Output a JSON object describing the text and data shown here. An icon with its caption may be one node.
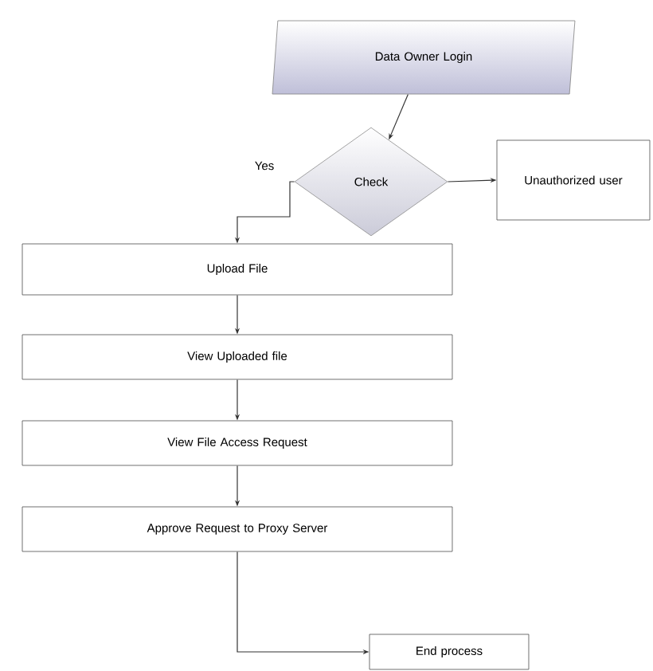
{
  "diagram": {
    "nodes": [
      {
        "text": [
          "Data Owner Login"
        ]
      },
      {
        "text": [
          "Check"
        ]
      },
      {
        "text": [
          "Unauthorized user"
        ]
      },
      {
        "text": [
          "Upload File"
        ]
      },
      {
        "text": [
          "View Uploaded file"
        ]
      },
      {
        "text": [
          "View File Access Request"
        ]
      },
      {
        "text": [
          "Approve Request to Proxy Server"
        ]
      },
      {
        "text": [
          "End process"
        ]
      }
    ],
    "edges": [
      {
        "from": 0,
        "to": 1,
        "arrow": "to"
      },
      {
        "from": 1,
        "to": 2,
        "arrow": "to"
      },
      {
        "from": 1,
        "to": 3,
        "arrow": "to",
        "label": "Yes"
      },
      {
        "from": 3,
        "to": 4,
        "arrow": "to"
      },
      {
        "from": 4,
        "to": 5,
        "arrow": "to"
      },
      {
        "from": 5,
        "to": 6,
        "arrow": "to"
      },
      {
        "from": 6,
        "to": 7,
        "arrow": "to"
      }
    ]
  }
}
